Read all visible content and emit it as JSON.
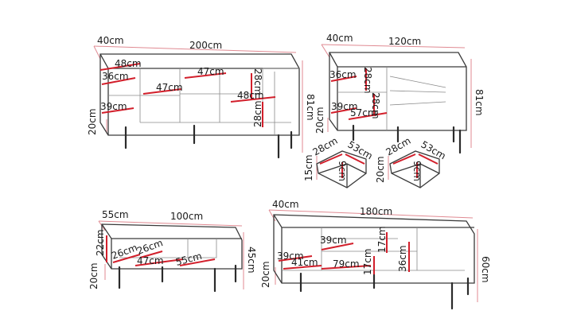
{
  "colors": {
    "measure": "#d21f2b",
    "dimension": "#e08a92",
    "outline": "#3a3a3a",
    "background": "#ffffff"
  },
  "sideboard_200": {
    "depth": "40cm",
    "width": "200cm",
    "height": "81cm",
    "leg": "20cm",
    "inner": [
      "48cm",
      "36cm",
      "47cm",
      "47cm",
      "48cm",
      "28cm",
      "28cm",
      "39cm"
    ]
  },
  "sideboard_120": {
    "depth": "40cm",
    "width": "120cm",
    "height": "81cm",
    "leg": "20cm",
    "inner": [
      "36cm",
      "28cm",
      "28cm",
      "39cm",
      "57cm"
    ]
  },
  "drawers": [
    {
      "d1": "28cm",
      "d2": "53cm",
      "d3": "9cm",
      "side": "15cm"
    },
    {
      "d1": "28cm",
      "d2": "53cm",
      "d3": "9cm",
      "side": "20cm"
    }
  ],
  "coffee_table": {
    "depth": "55cm",
    "width": "100cm",
    "height": "45cm",
    "leg": "20cm",
    "inner": [
      "22cm",
      "26cm",
      "26cm",
      "47cm",
      "55cm"
    ]
  },
  "tv_stand": {
    "depth": "40cm",
    "width": "180cm",
    "height": "60cm",
    "leg": "20cm",
    "inner": [
      "39cm",
      "17cm",
      "39cm",
      "41cm",
      "79cm",
      "17cm",
      "36cm"
    ]
  }
}
